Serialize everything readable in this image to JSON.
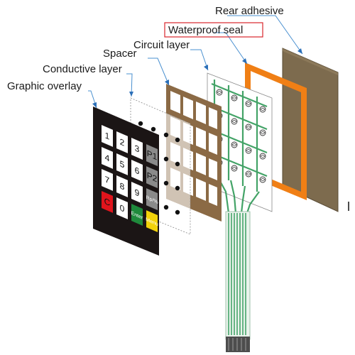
{
  "labels": {
    "rear_adhesive": "Rear adhesive",
    "waterproof_seal": "Waterproof seal",
    "circuit_layer": "Circuit layer",
    "spacer": "Spacer",
    "conductive_layer": "Conductive layer",
    "graphic_overlay": "Graphic overlay"
  },
  "keypad": {
    "rows": [
      [
        "1",
        "2",
        "3",
        "P1"
      ],
      [
        "4",
        "5",
        "6",
        "P2"
      ],
      [
        "7",
        "8",
        "9",
        "Rp/%"
      ],
      [
        "C",
        "0",
        "Enter",
        "Menu"
      ]
    ]
  },
  "colors": {
    "overlay": "#1b1515",
    "key_white": "#ffffff",
    "key_gray": "#8a8a8a",
    "key_red": "#e0141c",
    "key_green": "#1f8a3c",
    "key_yellow": "#f2d20a",
    "spacer": "#8b6a45",
    "circuit_trace": "#2f9a57",
    "seal": "#f07f15",
    "adhesive": "#7d6b4e",
    "leader_line": "#4a90d0",
    "seal_box": "#d8262c"
  }
}
